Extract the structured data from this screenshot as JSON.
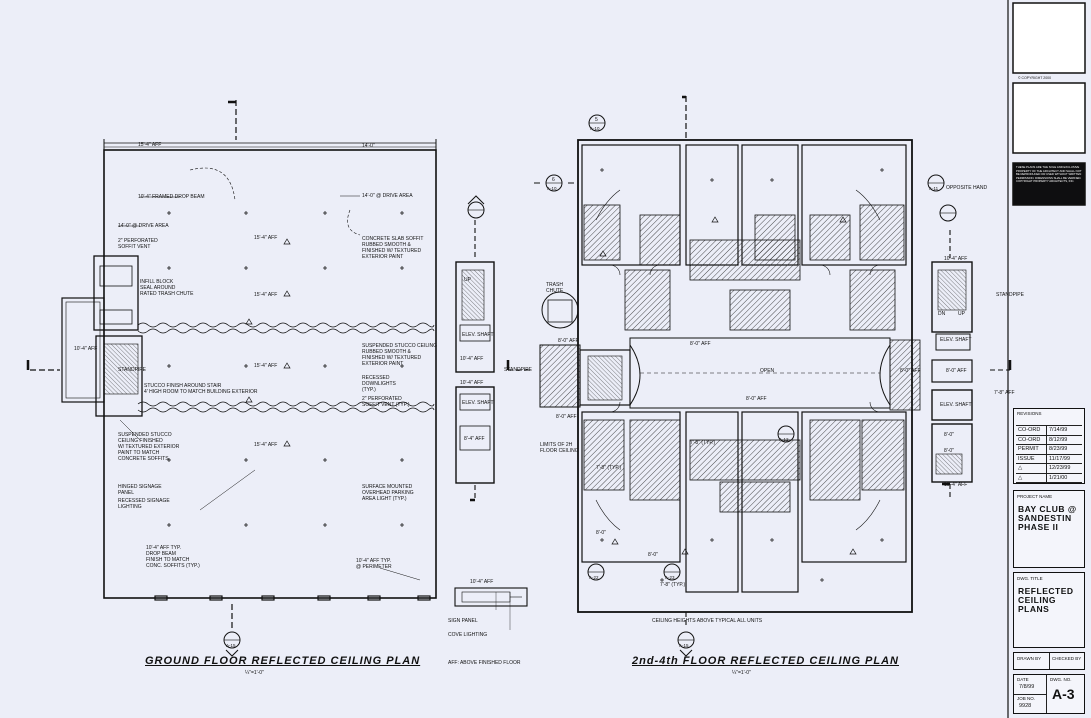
{
  "drawing": {
    "ground_title": "GROUND FLOOR REFLECTED CEILING PLAN",
    "upper_title": "2nd-4th FLOOR REFLECTED CEILING PLAN",
    "scale": "¼\"=1'-0\"",
    "aff_note": "AFF: ABOVE FINISHED FLOOR",
    "ceiling_note": "CEILING HEIGHTS ABOVE TYPICAL ALL UNITS"
  },
  "ground_labels": {
    "aff_15_4_top": "15'-4\" AFF",
    "dim_14_0": "14'-0\"",
    "drop_beam": "10'-4\" FRAMED DROP BEAM",
    "drive_area_1": "14'-0\" @ DRIVE AREA",
    "drive_area_2": "14'-0\" @ DRIVE AREA",
    "aff_15_4_a": "15'-4\" AFF",
    "aff_15_4_b": "15'-4\" AFF",
    "aff_15_4_c": "15'-4\" AFF",
    "aff_15_4_d": "15'-4\" AFF",
    "perf_soffit": "2\" PERFORATED\nSOFFIT VENT",
    "infill": "INFILL BLOCK\nSEAL AROUND\nRATED TRASH CHUTE",
    "concrete_soffit": "CONCRETE SLAB SOFFIT\nRUBBED SMOOTH &\nFINISHED W/ TEXTURED\nEXTERIOR PAINT",
    "standpipe_left": "STANDPIPE",
    "aff_10_4_left": "10'-4\" AFF",
    "stucco_stair": "STUCCO FINISH AROUND STAIR\n4' HIGH ROOM TO MATCH BUILDING EXTERIOR",
    "susp_stucco_right": "SUSPENDED STUCCO CEILING\nRUBBED SMOOTH &\nFINISHED W/ TEXTURED\nEXTERIOR PAINT",
    "recessed_down": "RECESSED\nDOWNLIGHTS\n(TYP.)",
    "perf_soffit_2": "2\" PERFORATED\nSOFFIT VENT (TYP.)",
    "susp_stucco_left": "SUSPENDED STUCCO\nCEILING FINISHED\nW/ TEXTURED EXTERIOR\nPAINT TO MATCH\nCONCRETE SOFFITS",
    "hinged": "HINGED SIGNAGE\nPANEL",
    "recessed_sign": "RECESSED SIGNAGE\nLIGHTING",
    "surface_mounted": "SURFACE MOUNTED\nOVERHEAD PARKING\nAREA LIGHT (TYP.)",
    "drop_beam_typ": "10'-4\" AFF TYP.\nDROP BEAM\nFINISH TO MATCH\nCONC. SOFFITS (TYP.)",
    "perimeter": "10'-4\" AFF TYP.\n@ PERIMETER",
    "aff_10_4_a": "10'-4\" AFF",
    "aff_10_4_b": "10'-4\" AFF",
    "aff_8_4": "8'-4\" AFF",
    "elev_shaft": "ELEV. SHAFT",
    "up": "UP",
    "sign_panel": "SIGN PANEL",
    "cove": "COVE LIGHTING",
    "aff_10_4_detail": "10'-4\" AFF"
  },
  "upper_labels": {
    "opposite_hand": "OPPOSITE HAND",
    "standpipe_r": "STANDPIPE",
    "standpipe_l": "STANDPIPE",
    "trash": "TRASH\nCHUTE",
    "aff_8_0_a": "8'-0\" AFF",
    "aff_8_0_b": "8'-0\" AFF",
    "aff_8_0_c": "8'-0\" AFF",
    "aff_8_0_d": "8'-0\" AFF",
    "aff_8_0_e": "8'-0\" AFF",
    "aff_8_0_f": "8'-0\" AFF",
    "aff_7_8_r": "7'-8\" AFF",
    "open": "OPEN",
    "limits": "LIMITS OF 2H\nFLOOR CEILING",
    "aff_10_4_r": "10'-4\" AFF",
    "aff_10_4_r2": "10'-4\" AFF",
    "aff_8_0_s1": "8'-0\"",
    "aff_8_0_s2": "8'-0\"",
    "elev_shaft_r": "ELEV. SHAFT",
    "dim_7_8_typ": "7'-8\" (TYP.)",
    "dim_8_0_low": "8'-0\"",
    "dim_8_0_low2": "8'-0\"",
    "dim_7_8_low": "7'-8\" (TYP.)",
    "dim_7_8_top": "7'-8\" (TYP.)",
    "on": "DN",
    "up_r": "UP"
  },
  "title_block": {
    "copyright": "© COPYRIGHT 2000",
    "notice": "THESE PLANS ARE THE SOLE AND EXCLUSIVE PROPERTY OF THE ARCHITECT AND SHALL NOT BE REPRODUCED OR USED WITHOUT WRITTEN PERMISSION. DIMENSIONS SHALL BE VERIFIED. COPYRIGHT PROPERTY ARCHITECTS, INC.",
    "revisions_label": "REVISIONS",
    "revisions": [
      {
        "type": "CO-ORD",
        "date": "7/14/99"
      },
      {
        "type": "CO-ORD",
        "date": "8/12/99"
      },
      {
        "type": "PERMIT",
        "date": "8/23/99"
      },
      {
        "type": "ISSUE",
        "date": "11/17/99"
      },
      {
        "type": "△",
        "date": "12/23/99"
      },
      {
        "type": "△",
        "date": "1/21/00"
      }
    ],
    "project_name_label": "PROJECT NAME",
    "project_name": "BAY CLUB @\nSANDESTIN\nPHASE II",
    "dwg_title_label": "DWG. TITLE",
    "dwg_title": "REFLECTED\nCEILING\nPLANS",
    "drawn_by": "DRAWN BY",
    "checked_by": "CHECKED BY",
    "date_label": "DATE",
    "date": "7/8/99",
    "job_label": "JOB No.",
    "job": "9928",
    "dwg_no_label": "DWG. No.",
    "dwg_no": "A-3"
  },
  "markers": {
    "a10": "A-10",
    "a11": "A-11",
    "a12": "A-12",
    "a22": "A-22",
    "a23": "A-23",
    "a15": "A-15",
    "five": "5",
    "six": "6"
  }
}
